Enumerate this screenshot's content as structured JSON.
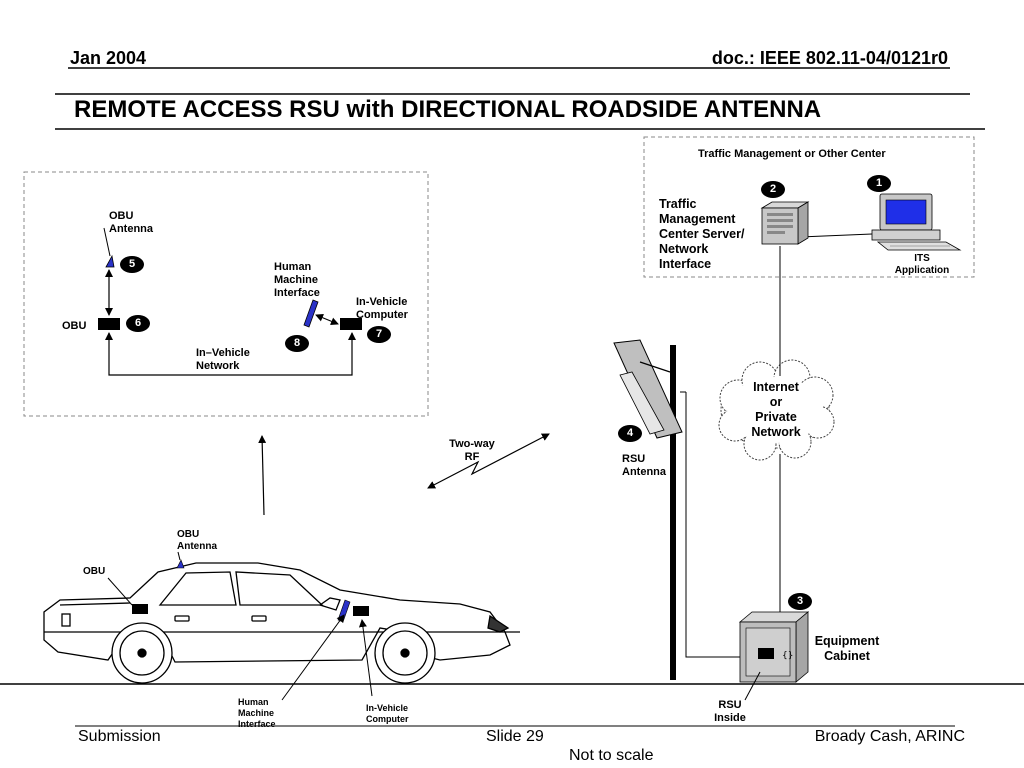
{
  "header": {
    "date": "Jan 2004",
    "doc_id": "doc.: IEEE 802.11-04/0121r0"
  },
  "slide_title": "REMOTE ACCESS RSU with DIRECTIONAL ROADSIDE ANTENNA",
  "traffic_center": {
    "title": "Traffic Management or Other Center",
    "server_label": [
      "Traffic",
      "Management",
      "Center Server/",
      "Network",
      "Interface"
    ],
    "its_label": [
      "ITS",
      "Application"
    ],
    "badge_server": "2",
    "badge_its": "1"
  },
  "in_vehicle": {
    "obu_antenna": [
      "OBU",
      "Antenna"
    ],
    "obu": "OBU",
    "hmi": [
      "Human",
      "Machine",
      "Interface"
    ],
    "computer": [
      "In-Vehicle",
      "Computer"
    ],
    "network": [
      "In–Vehicle",
      "Network"
    ],
    "badge_antenna": "5",
    "badge_obu": "6",
    "badge_computer": "7",
    "badge_hmi": "8"
  },
  "rf": [
    "Two-way",
    "RF"
  ],
  "rsu_antenna": {
    "label": [
      "RSU",
      "Antenna"
    ],
    "badge": "4"
  },
  "internet": [
    "Internet",
    "or",
    "Private",
    "Network"
  ],
  "cabinet": {
    "label": [
      "Equipment",
      "Cabinet"
    ],
    "badge": "3",
    "rsu_inside": [
      "RSU",
      "Inside"
    ]
  },
  "car": {
    "obu_antenna": [
      "OBU",
      "Antenna"
    ],
    "obu": "OBU",
    "hmi": [
      "Human",
      "Machine",
      "Interface"
    ],
    "computer": [
      "In-Vehicle",
      "Computer"
    ]
  },
  "footer": {
    "left": "Submission",
    "center": "Slide 29",
    "right": "Broady Cash, ARINC",
    "note": "Not to scale"
  },
  "colors": {
    "accent_blue": "#2a32c8",
    "monitor_screen": "#1f2fe8"
  }
}
